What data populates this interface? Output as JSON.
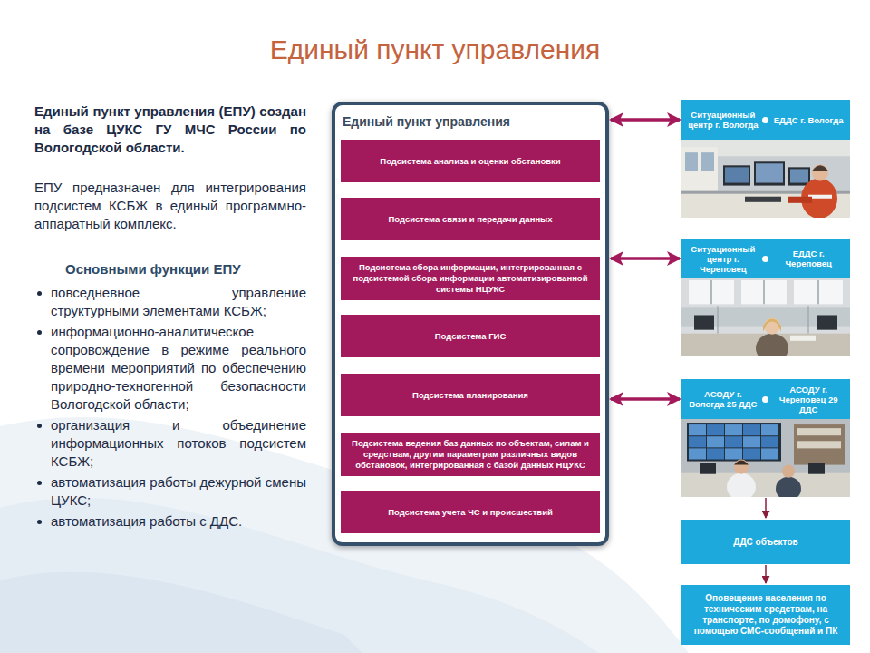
{
  "diagram": {
    "title": "Единый пункт управления",
    "nodes": [
      {
        "text": [
          "Единый пункт управления"
        ]
      },
      {
        "text": [
          "Подсистема анализа и оценки обстановки"
        ],
        "in": 0
      },
      {
        "text": [
          "Подсистема связи и передачи данных"
        ],
        "in": 0
      },
      {
        "text": [
          "Подсистема сбора информации, интегрированная с подсистемой сбора информации автоматизированной системы НЦУКС"
        ],
        "in": 0
      },
      {
        "text": [
          "Подсистема ГИС"
        ],
        "in": 0
      },
      {
        "text": [
          "Подсистема планирования"
        ],
        "in": 0
      },
      {
        "text": [
          "Подсистема ведения баз данных по объектам, силам и средствам, другим параметрам различных видов обстановок, интегрированная с базой данных НЦУКС"
        ],
        "in": 0
      },
      {
        "text": [
          "Подсистема учета ЧС и происшествий"
        ],
        "in": 0
      },
      {
        "text": [
          "Ситуационный центр г. Вологда",
          "ЕДДС г. Вологда"
        ]
      },
      {
        "text": [
          "Ситуационный центр г. Череповец",
          "ЕДДС г. Череповец"
        ]
      },
      {
        "text": [
          "АСОДУ г. Вологда 25 ДДС",
          "АСОДУ г. Череповец 29 ДДС"
        ]
      },
      {
        "text": [
          "ДДС объектов"
        ]
      },
      {
        "text": [
          "Оповещение населения по техническим средствам, на транспорте, по домофону, с помощью СМС-сообщений и ПК"
        ]
      }
    ],
    "edges": [
      {
        "from": 0,
        "to": 8,
        "arrow": "both"
      },
      {
        "from": 0,
        "to": 9,
        "arrow": "both"
      },
      {
        "from": 0,
        "to": 10,
        "arrow": "both"
      },
      {
        "from": 10,
        "to": 11,
        "arrow": "to"
      },
      {
        "from": 11,
        "to": 12,
        "arrow": "to"
      }
    ],
    "labels": [
      "Единый пункт управления (ЕПУ) создан на базе ЦУКС ГУ МЧС России по Вологодской области.",
      "ЕПУ предназначен для интегрирования подсистем КСБЖ в единый программно-аппаратный комплекс.",
      "Основными функции ЕПУ",
      "повседневное управление структурными элементами КСБЖ;",
      "информационно-аналитическое сопровождение в режиме реального времени мероприятий по обеспечению природно-техногенной безопасности Вологодской области;",
      "организация и объединение информационных потоков подсистем КСБЖ;",
      "автоматизация работы дежурной смены ЦУКС;",
      "автоматизация работы с ДДС."
    ]
  }
}
